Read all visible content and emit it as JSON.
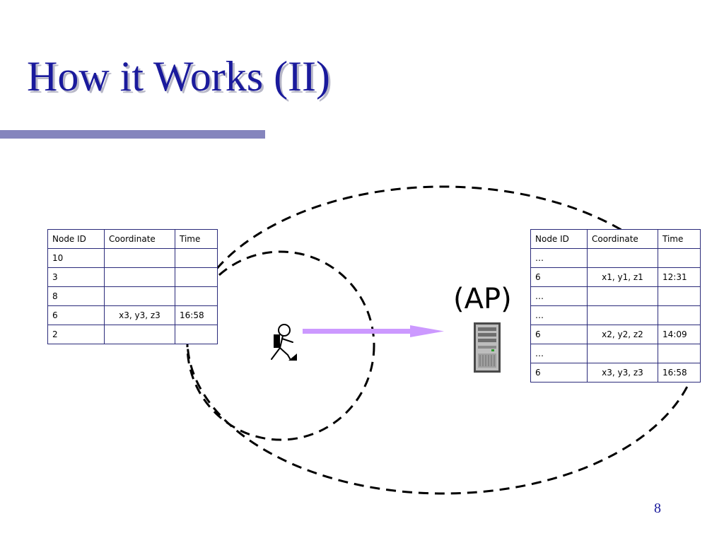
{
  "title": "How it Works (II)",
  "page_number": "8",
  "ap_label": "(AP)",
  "colors": {
    "title": "#1a1a9c",
    "rule": "#8585bd",
    "arrow": "#cc99ff",
    "table_border": "#2a2a7a"
  },
  "left_table": {
    "headers": [
      "Node ID",
      "Coordinate",
      "Time"
    ],
    "rows": [
      [
        "10",
        "",
        ""
      ],
      [
        "3",
        "",
        ""
      ],
      [
        "8",
        "",
        ""
      ],
      [
        "6",
        "x3, y3, z3",
        "16:58"
      ],
      [
        "2",
        "",
        ""
      ]
    ]
  },
  "right_table": {
    "headers": [
      "Node ID",
      "Coordinate",
      "Time"
    ],
    "rows": [
      [
        "…",
        "",
        ""
      ],
      [
        "6",
        "x1, y1, z1",
        "12:31"
      ],
      [
        "…",
        "",
        ""
      ],
      [
        "…",
        "",
        ""
      ],
      [
        "6",
        "x2, y2, z2",
        "14:09"
      ],
      [
        "…",
        "",
        ""
      ],
      [
        "6",
        "x3, y3, z3",
        "16:58"
      ]
    ]
  },
  "icons": {
    "mobile_node": "walking-person-icon",
    "access_point": "server-tower-icon",
    "direction": "arrow-right-icon"
  }
}
